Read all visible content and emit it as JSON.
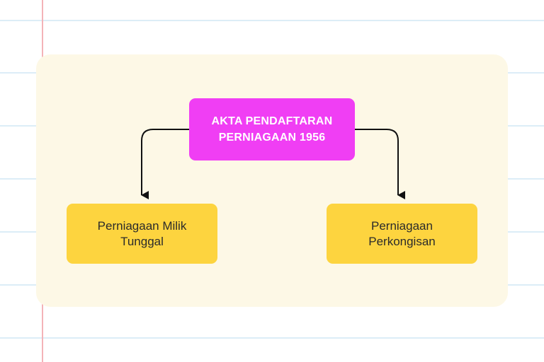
{
  "diagram": {
    "root": {
      "line1": "AKTA PENDAFTARAN",
      "line2": "PERNIAGAAN 1956"
    },
    "children": [
      {
        "line1": "Perniagaan Milik",
        "line2": "Tunggal"
      },
      {
        "line1": "Perniagaan",
        "line2": "Perkongisan"
      }
    ]
  },
  "colors": {
    "root_fill": "#f03ef4",
    "child_fill": "#fdd43f",
    "card_fill": "#fdf8e6",
    "rule_line": "#dcedf7",
    "margin_line": "#f4b3b8",
    "connector": "#111111"
  }
}
